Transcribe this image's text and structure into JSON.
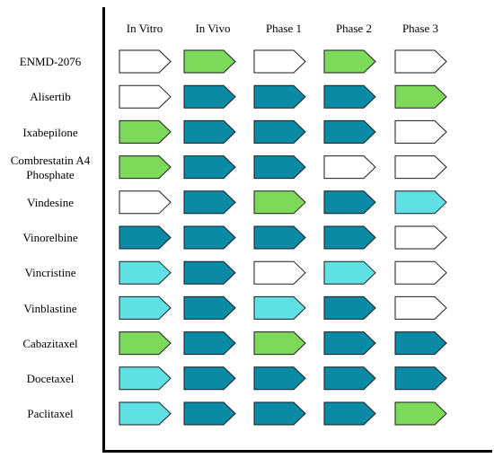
{
  "stages": [
    "In Vitro",
    "In Vivo",
    "Phase 1",
    "Phase 2",
    "Phase 3"
  ],
  "colors": {
    "white": "#ffffff",
    "green": "#7dd959",
    "teal": "#0b8aa6",
    "cyan": "#5fe0e5"
  },
  "drugs": [
    {
      "name": "ENMD-2076",
      "stages": [
        "white",
        "green",
        "white",
        "green",
        "white"
      ]
    },
    {
      "name": "Alisertib",
      "stages": [
        "white",
        "teal",
        "teal",
        "teal",
        "green"
      ]
    },
    {
      "name": "Ixabepilone",
      "stages": [
        "green",
        "teal",
        "teal",
        "teal",
        "white"
      ]
    },
    {
      "name": "Combrestatin A4\nPhosphate",
      "stages": [
        "green",
        "teal",
        "teal",
        "white",
        "white"
      ]
    },
    {
      "name": "Vindesine",
      "stages": [
        "white",
        "teal",
        "green",
        "teal",
        "cyan"
      ]
    },
    {
      "name": "Vinorelbine",
      "stages": [
        "teal",
        "teal",
        "teal",
        "teal",
        "white"
      ]
    },
    {
      "name": "Vincristine",
      "stages": [
        "cyan",
        "teal",
        "white",
        "cyan",
        "white"
      ]
    },
    {
      "name": "Vinblastine",
      "stages": [
        "cyan",
        "teal",
        "cyan",
        "teal",
        "white"
      ]
    },
    {
      "name": "Cabazitaxel",
      "stages": [
        "green",
        "teal",
        "green",
        "teal",
        "teal"
      ]
    },
    {
      "name": "Docetaxel",
      "stages": [
        "cyan",
        "teal",
        "teal",
        "teal",
        "teal"
      ]
    },
    {
      "name": "Paclitaxel",
      "stages": [
        "cyan",
        "teal",
        "teal",
        "teal",
        "green"
      ]
    }
  ]
}
